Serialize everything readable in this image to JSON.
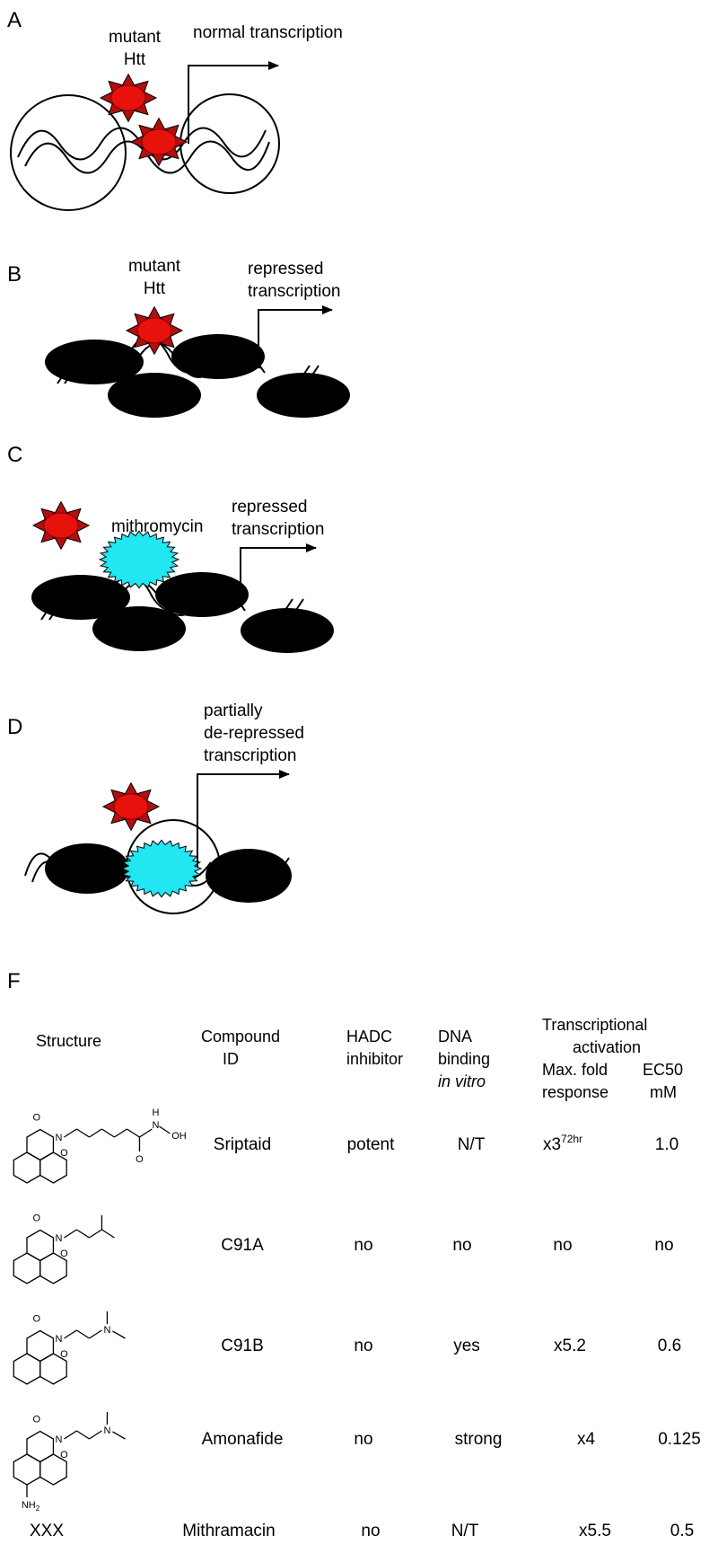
{
  "colors": {
    "mutant_htt": "#e8120c",
    "mithramycin": "#22e6f2",
    "ink": "#000000"
  },
  "panels": {
    "A": {
      "letter": "A",
      "protein_label_1": "mutant",
      "protein_label_2": "Htt",
      "arrow_label": "normal transcription"
    },
    "B": {
      "letter": "B",
      "protein_label_1": "mutant",
      "protein_label_2": "Htt",
      "arrow_label_1": "repressed",
      "arrow_label_2": "transcription"
    },
    "C": {
      "letter": "C",
      "drug_label": "mithromycin",
      "arrow_label_1": "repressed",
      "arrow_label_2": "transcription"
    },
    "D": {
      "letter": "D",
      "arrow_label_1": "partially",
      "arrow_label_2": "de-repressed",
      "arrow_label_3": "transcription"
    }
  },
  "table": {
    "letter": "F",
    "headers": {
      "structure": "Structure",
      "compound_1": "Compound",
      "compound_2": "ID",
      "hadc_1": "HADC",
      "hadc_2": "inhibitor",
      "dna_1": "DNA",
      "dna_2": "binding",
      "dna_3": "in vitro",
      "ta_1": "Transcriptional",
      "ta_2": "activation",
      "fold_1": "Max. fold",
      "fold_2": "response",
      "ec50_1": "EC50",
      "ec50_2": "mM"
    },
    "rows": [
      {
        "structure": "",
        "id": "Sriptaid",
        "hdac": "potent",
        "dna": "N/T",
        "fold": "x3",
        "fold_sup": "72hr",
        "ec50": "1.0"
      },
      {
        "structure": "",
        "id": "C91A",
        "hdac": "no",
        "dna": "no",
        "fold": "no",
        "fold_sup": "",
        "ec50": "no"
      },
      {
        "structure": "",
        "id": "C91B",
        "hdac": "no",
        "dna": "yes",
        "fold": "x5.2",
        "fold_sup": "",
        "ec50": "0.6"
      },
      {
        "structure": "",
        "id": "Amonafide",
        "hdac": "no",
        "dna": "strong",
        "fold": "x4",
        "fold_sup": "",
        "ec50": "0.125"
      },
      {
        "structure": "XXX",
        "id": "Mithramacin",
        "hdac": "no",
        "dna": "N/T",
        "fold": "x5.5",
        "fold_sup": "",
        "ec50": "0.5"
      }
    ],
    "structure_labels": {
      "oxygen": "O",
      "nitrogen": "N",
      "hydroxyl": "OH",
      "nh": "H",
      "amine": "NH",
      "amine_sub": "2"
    }
  }
}
